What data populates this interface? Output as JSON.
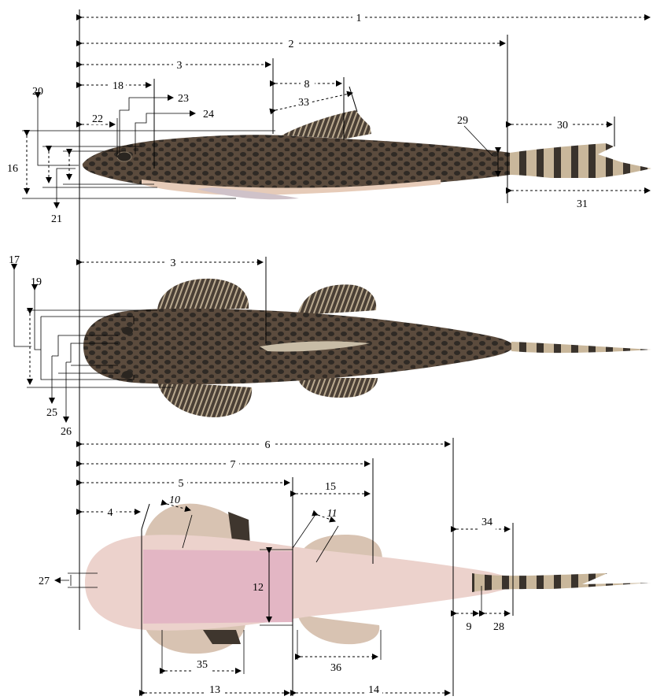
{
  "figure": {
    "colors": {
      "line": "#000000",
      "body_dark": "#4a3f35",
      "body_mid": "#6e5a48",
      "spot": "#2f2a25",
      "belly": "#e8c7c4",
      "belly_light": "#f0dcd5",
      "fin_dark": "#3a332c",
      "fin_light": "#b9a98f",
      "fin_ventral": "#d9c2b8"
    },
    "lateral_labels": {
      "l1": "1",
      "l2": "2",
      "l3": "3",
      "l8": "8",
      "l33": "33",
      "l18": "18",
      "l23": "23",
      "l24": "24",
      "l22": "22",
      "l20": "20",
      "l16": "16",
      "l21": "21",
      "l29": "29",
      "l30": "30",
      "l31": "31"
    },
    "dorsal_labels": {
      "l3": "3",
      "l17": "17",
      "l19": "19",
      "l25": "25",
      "l26": "26"
    },
    "ventral_labels": {
      "l6": "6",
      "l7": "7",
      "l5": "5",
      "l15": "15",
      "l4": "4",
      "l10": "10",
      "l11": "11",
      "l34": "34",
      "l27": "27",
      "l12": "12",
      "l9": "9",
      "l28": "28",
      "l35": "35",
      "l36": "36",
      "l13": "13",
      "l14": "14"
    }
  }
}
